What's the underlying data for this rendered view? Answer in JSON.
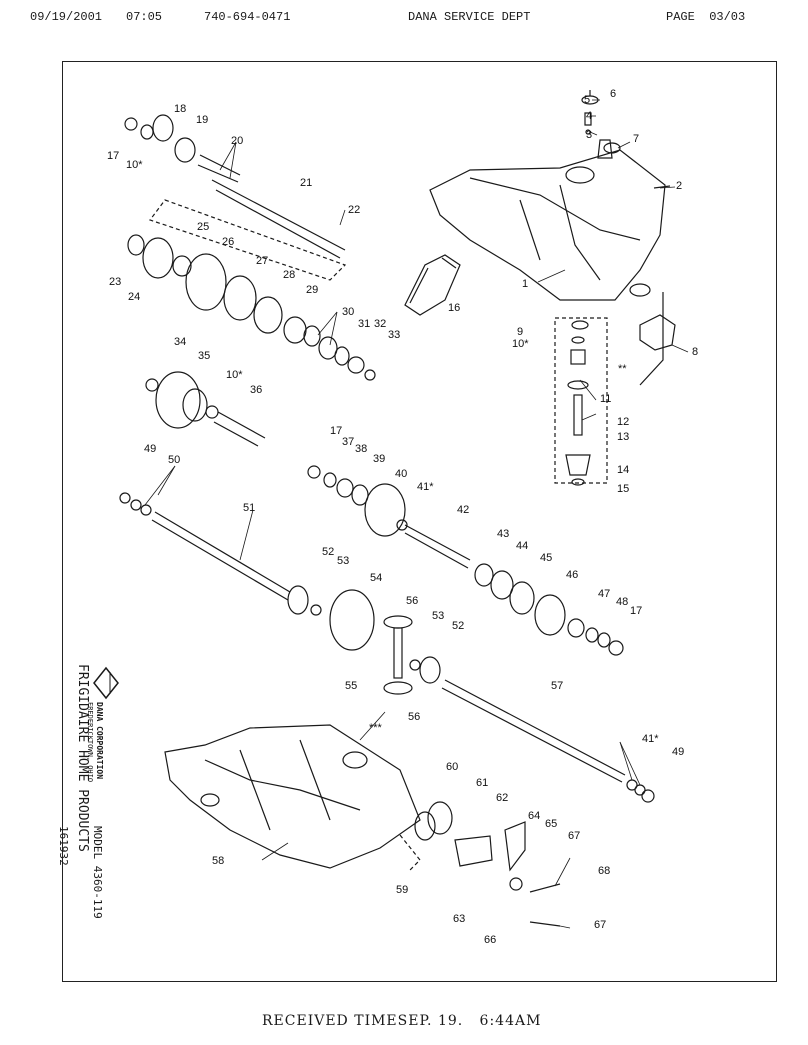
{
  "fax_header": {
    "date": "09/19/2001",
    "time": "07:05",
    "phone": "740-694-0471",
    "department": "DANA SERVICE DEPT",
    "page": "PAGE  03/03"
  },
  "side_text": {
    "company": "DANA CORPORATION",
    "city": "FREDERICKTOWN, OHIO",
    "product": "FRIGIDAIRE HOME PRODUCTS",
    "model": "MODEL 4360-119",
    "number": "161932"
  },
  "footer": "RECEIVED TIMESEP. 19.   6:44AM",
  "callouts": [
    "1",
    "2",
    "3",
    "4",
    "5",
    "6",
    "7",
    "8",
    "9",
    "10*",
    "11",
    "12",
    "13",
    "**",
    "14",
    "15",
    "16",
    "17",
    "10*",
    "18",
    "19",
    "20",
    "21",
    "22",
    "23",
    "24",
    "25",
    "26",
    "27",
    "28",
    "29",
    "30",
    "31",
    "32",
    "33",
    "34",
    "35",
    "10*",
    "36",
    "17",
    "37",
    "38",
    "39",
    "40",
    "41*",
    "42",
    "43",
    "44",
    "45",
    "46",
    "47",
    "48",
    "17",
    "49",
    "50",
    "51",
    "52",
    "53",
    "54",
    "56",
    "53",
    "52",
    "55",
    "56",
    "57",
    "41*",
    "49",
    "***",
    "58",
    "59",
    "60",
    "61",
    "62",
    "63",
    "64",
    "65",
    "66",
    "67",
    "68",
    "67"
  ],
  "colors": {
    "ink": "#1a1a1a",
    "paper": "#ffffff"
  }
}
